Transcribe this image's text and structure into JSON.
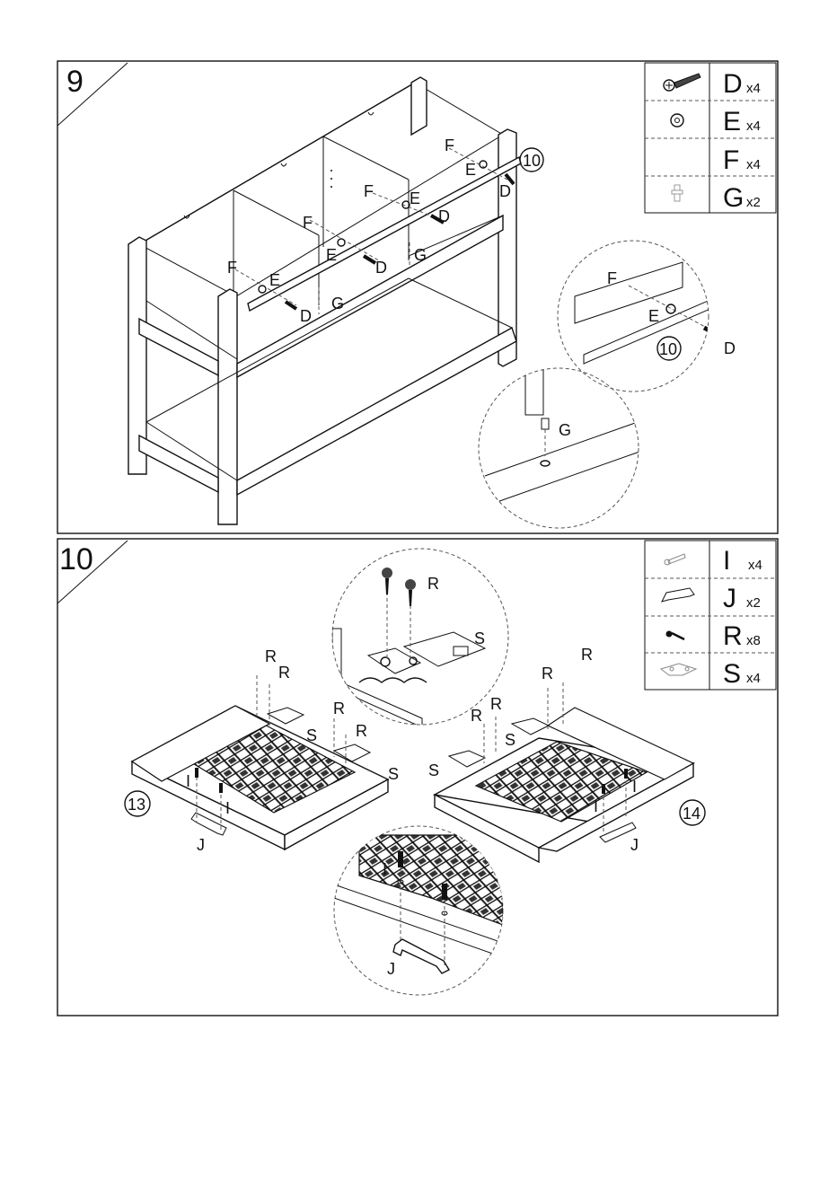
{
  "step9": {
    "number": "9",
    "parts": [
      {
        "letter": "D",
        "qty": "x4",
        "icon": "screw-icon"
      },
      {
        "letter": "E",
        "qty": "x4",
        "icon": "nut-icon"
      },
      {
        "letter": "F",
        "qty": "x4",
        "icon": "none"
      },
      {
        "letter": "G",
        "qty": "x2",
        "icon": "peg-icon"
      }
    ],
    "labels": {
      "F": "F",
      "E": "E",
      "D": "D",
      "G": "G",
      "ref": "10"
    }
  },
  "step10": {
    "number": "10",
    "parts": [
      {
        "letter": "I",
        "qty": "x4",
        "icon": "small-screw-icon"
      },
      {
        "letter": "J",
        "qty": "x2",
        "icon": "handle-icon"
      },
      {
        "letter": "R",
        "qty": "x8",
        "icon": "wood-screw-icon"
      },
      {
        "letter": "S",
        "qty": "x4",
        "icon": "hinge-icon"
      }
    ],
    "labels": {
      "R": "R",
      "S": "S",
      "I": "I",
      "J": "J",
      "door_left": "13",
      "door_right": "14"
    }
  }
}
